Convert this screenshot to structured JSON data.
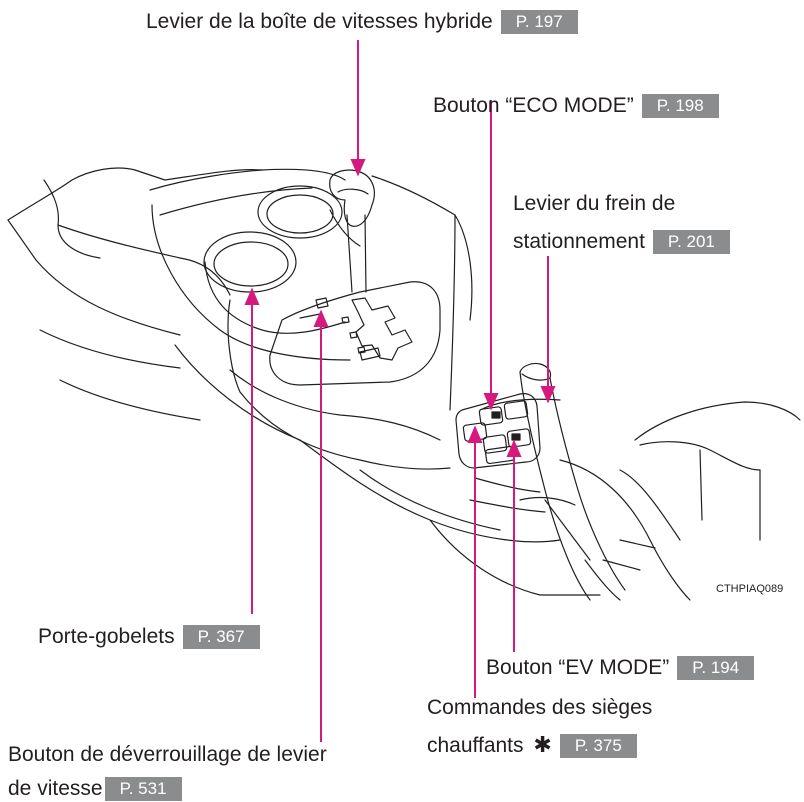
{
  "labels": {
    "gear_lever": {
      "text": "Levier de la boîte de vitesses hybride",
      "page": "P. 197"
    },
    "eco_mode": {
      "text": "Bouton “ECO MODE”",
      "page": "P. 198"
    },
    "parking_brake": {
      "line1": "Levier du frein de",
      "line2": "stationnement",
      "page": "P. 201"
    },
    "cup_holders": {
      "text": "Porte-gobelets",
      "page": "P. 367"
    },
    "ev_mode": {
      "text": "Bouton “EV MODE”",
      "page": "P. 194"
    },
    "shift_lock": {
      "line1": "Bouton de déverrouillage de levier",
      "line2": "de vitesse",
      "page": "P. 531"
    },
    "heated_seats": {
      "line1": "Commandes des sièges",
      "line2": "chauffants",
      "asterisk": "✱",
      "page": "P. 375"
    }
  },
  "image_code": "CTHPIAQ089",
  "colors": {
    "leader": "#d6197f",
    "page_badge": "#8a8c8e",
    "line_art": "#231f20"
  }
}
